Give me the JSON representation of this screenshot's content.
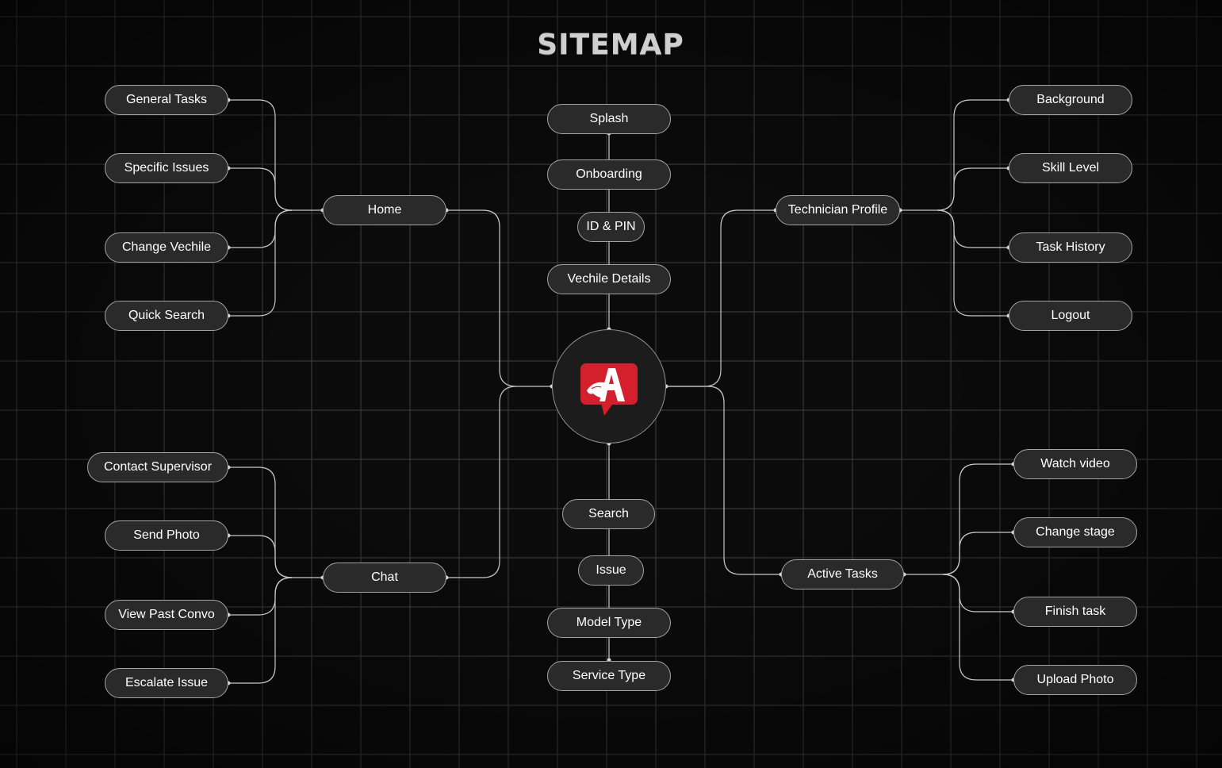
{
  "title": "SITEMAP",
  "colors": {
    "background": "#0b0b0b",
    "node_fill": "#2a2a2a",
    "node_border": "#a3a3a3",
    "line": "#c8c8c8",
    "logo_red": "#d4202c"
  },
  "center_icon": "brand-logo-icon",
  "center": {
    "logo_letter": "A"
  },
  "flow_top": [
    "Splash",
    "Onboarding",
    "ID & PIN",
    "Vechile Details"
  ],
  "flow_bottom": [
    "Search",
    "Issue",
    "Model Type",
    "Service Type"
  ],
  "home": {
    "label": "Home",
    "children": [
      "General Tasks",
      "Specific Issues",
      "Change Vechile",
      "Quick Search"
    ]
  },
  "chat": {
    "label": "Chat",
    "children": [
      "Contact Supervisor",
      "Send Photo",
      "View Past Convo",
      "Escalate Issue"
    ]
  },
  "technician_profile": {
    "label": "Technician Profile",
    "children": [
      "Background",
      "Skill Level",
      "Task History",
      "Logout"
    ]
  },
  "active_tasks": {
    "label": "Active Tasks",
    "children": [
      "Watch video",
      "Change stage",
      "Finish task",
      "Upload Photo"
    ]
  }
}
